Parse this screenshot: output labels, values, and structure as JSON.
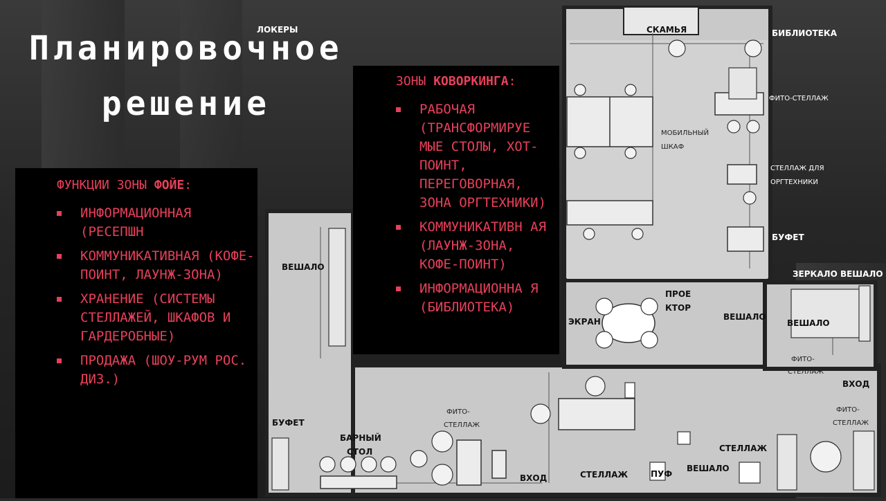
{
  "title": {
    "line1": "Планировочное",
    "line2": "решение"
  },
  "foyer": {
    "head_prefix": "ФУНКЦИИ ЗОНЫ ",
    "head_bold": "ФОЙЕ",
    "head_suffix": ":",
    "items": [
      "ИНФОРМАЦИОННАЯ (РЕСЕПШН",
      "КОММУНИКАТИВНАЯ (КОФЕ-ПОИНТ, ЛАУНЖ-ЗОНА)",
      "ХРАНЕНИЕ (СИСТЕМЫ СТЕЛЛАЖЕЙ, ШКАФОВ И ГАРДЕРОБНЫЕ)",
      "ПРОДАЖА (ШОУ-РУМ РОС. ДИЗ.)"
    ]
  },
  "cowork": {
    "head_prefix": "ЗОНЫ ",
    "head_bold": "КОВОРКИНГА",
    "head_suffix": ":",
    "items": [
      "РАБОЧАЯ (ТРАНСФОРМИРУЕ МЫЕ СТОЛЫ, ХОТ-ПОИНТ, ПЕРЕГОВОРНАЯ, ЗОНА ОРГТЕХНИКИ)",
      "КОММУНИКАТИВН АЯ (ЛАУНЖ-ЗОНА, КОФЕ-ПОИНТ)",
      "ИНФОРМАЦИОННА Я (БИБЛИОТЕКА)"
    ]
  },
  "plan_labels": {
    "lockers": "ЛОКЕРЫ",
    "bench": "СКАМЬЯ",
    "library": "БИБЛИОТЕКА",
    "phyto_shelf_top": "ФИТО-СТЕЛЛАЖ",
    "mobile_cabinet_1": "МОБИЛЬНЫЙ",
    "mobile_cabinet_2": "ШКАФ",
    "office_shelf_1": "СТЕЛЛАЖ ДЛЯ",
    "office_shelf_2": "ОРГТЕХНИКИ",
    "buffet_right": "БУФЕТ",
    "mirror_hanger": "ЗЕРКАЛО ВЕШАЛО",
    "projector_1": "ПРОЕ",
    "projector_2": "КТОР",
    "screen": "ЭКРАН",
    "hanger_mid": "ВЕШАЛО",
    "hanger_right": "ВЕШАЛО",
    "hanger_left": "ВЕШАЛО",
    "phyto_right_1": "ФИТО-",
    "phyto_right_2": "СТЕЛЛАЖ",
    "entrance_right": "ВХОД",
    "phyto_far_1": "ФИТО-",
    "phyto_far_2": "СТЕЛЛАЖ",
    "phyto_mid_1": "ФИТО-",
    "phyto_mid_2": "СТЕЛЛАЖ",
    "buffet_left": "БУФЕТ",
    "bar_1": "БАРНЫЙ",
    "bar_2": "СТОЛ",
    "entrance_bottom": "ВХОД",
    "shelf_bottom": "СТЕЛЛАЖ",
    "pouf": "ПУФ",
    "hanger_bottom": "ВЕШАЛО",
    "shelf_right": "СТЕЛЛАЖ"
  },
  "colors": {
    "accent": "#e8405a",
    "panel": "#000000",
    "floor": "#c9c9c9",
    "wall": "#1e1e1e"
  }
}
